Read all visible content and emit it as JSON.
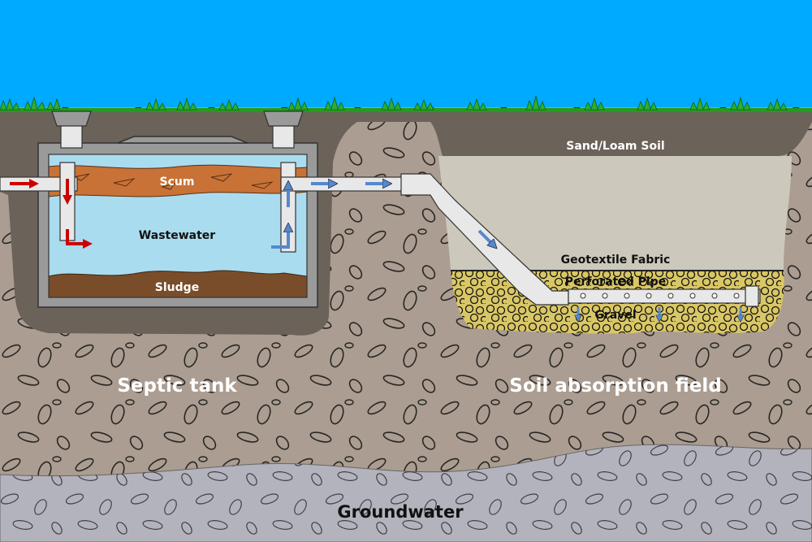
{
  "labels": {
    "scum": "Scum",
    "wastewater": "Wastewater",
    "sludge": "Sludge",
    "sand_loam_soil": "Sand/Loam Soil",
    "geotextile_fabric": "Geotextile Fabric",
    "perforated_pipe": "Perforated Pipe",
    "gravel": "Gravel",
    "septic_tank": "Septic tank",
    "soil_absorption_field": "Soil absorption field",
    "groundwater": "Groundwater"
  },
  "colors": {
    "sky": "#00aaff",
    "grass": "#1f9e1f",
    "topsoil": "#6b625a",
    "soil": "#ab9d91",
    "groundwater": "#b3b3be",
    "sand_loam": "#ccc8bb",
    "gravel": "#d9c766",
    "tank_wall": "#9a9a9a",
    "wastewater": "#aadcef",
    "scum": "#c87237",
    "sludge": "#7a4d2a",
    "pipe": "#e8e8e8",
    "inflow_arrow": "#cc0000",
    "outflow_arrow": "#5588cc"
  }
}
